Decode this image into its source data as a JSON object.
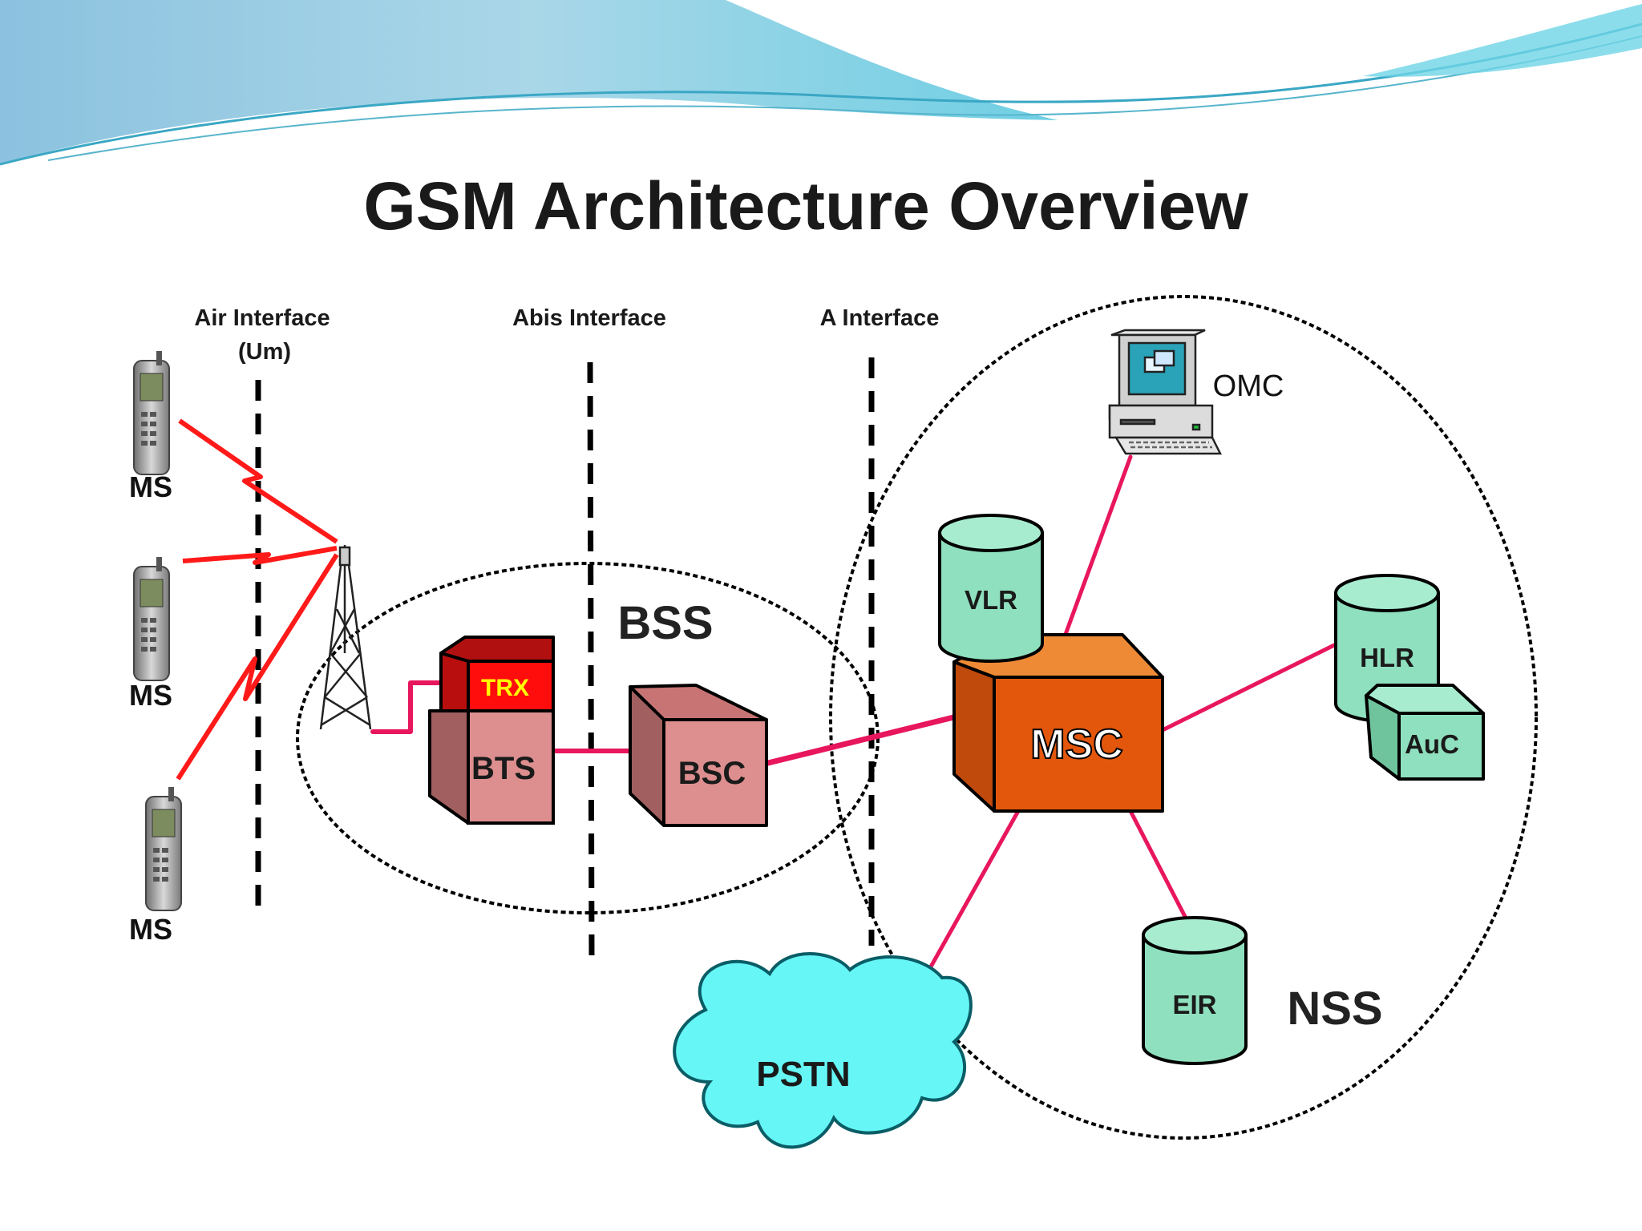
{
  "title": "GSM Architecture Overview",
  "interfaces": {
    "air_line1": "Air Interface",
    "air_line2": "(Um)",
    "abis": "Abis Interface",
    "a": "A Interface"
  },
  "mobile_stations": [
    "MS",
    "MS",
    "MS"
  ],
  "bss": {
    "label": "BSS",
    "trx": "TRX",
    "bts": "BTS",
    "bsc": "BSC"
  },
  "nss": {
    "label": "NSS",
    "msc": "MSC",
    "vlr": "VLR",
    "hlr": "HLR",
    "auc": "AuC",
    "eir": "EIR",
    "omc": "OMC"
  },
  "pstn": "PSTN",
  "colors": {
    "link": "#e8175d",
    "radio": "#ff1a1a",
    "box": "#dd8e8e",
    "trx": "#ff0d0d",
    "trx_text": "#ffff00",
    "msc": "#e2570c",
    "db": "#8fe0be",
    "cloud": "#66f6f6",
    "header": "#7ab8d8"
  },
  "icons": {
    "phone": "mobile-phone-icon",
    "antenna": "antenna-tower-icon",
    "computer": "computer-terminal-icon",
    "cloud": "cloud-icon"
  }
}
